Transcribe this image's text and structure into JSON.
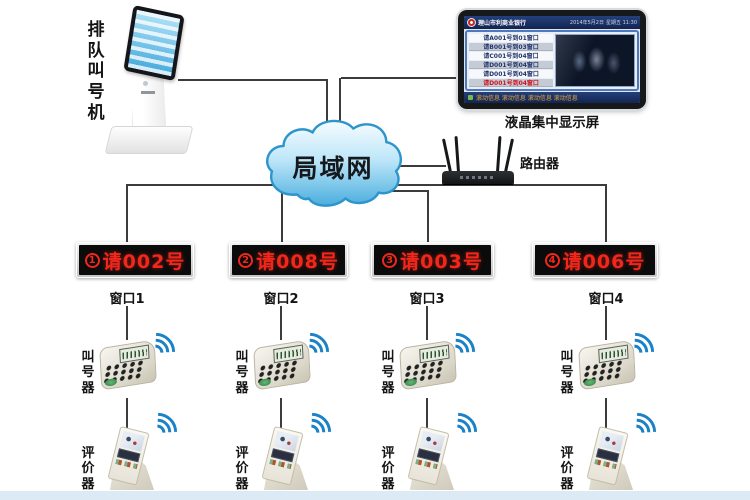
{
  "kiosk": {
    "label": "排队叫号机"
  },
  "cloud": {
    "label": "局域网"
  },
  "router": {
    "label": "路由器"
  },
  "lcd": {
    "caption": "液晶集中显示屏",
    "header": {
      "bank": "理山市利商业银行",
      "date": "2014年5月2日",
      "time": "星期五 11:30"
    },
    "rows": [
      "请A001号到01窗口",
      "请B001号到03窗口",
      "请C001号到04窗口",
      "请D001号到04窗口",
      "请D001号到04窗口",
      "请D001号到04窗口"
    ],
    "marquee": "滚动信息 滚动信息 滚动信息 滚动信息"
  },
  "stations": [
    {
      "led_no": "1",
      "led_text": "请002号",
      "window": "窗口1"
    },
    {
      "led_no": "2",
      "led_text": "请008号",
      "window": "窗口2"
    },
    {
      "led_no": "3",
      "led_text": "请003号",
      "window": "窗口3"
    },
    {
      "led_no": "4",
      "led_text": "请006号",
      "window": "窗口4"
    }
  ],
  "labels": {
    "caller": "叫号器",
    "evaluator": "评价器"
  },
  "colors": {
    "led_text": "#f2271c",
    "led_panel": "#0b0b0b",
    "wifi": "#1b82c8",
    "cloud_fill": "#4aaede",
    "cloud_stroke": "#2d95cc",
    "line": "#3c3c3c",
    "header_bar": "#122350",
    "marquee_text": "#e8a33d",
    "highlight_row": "#cf1420"
  }
}
